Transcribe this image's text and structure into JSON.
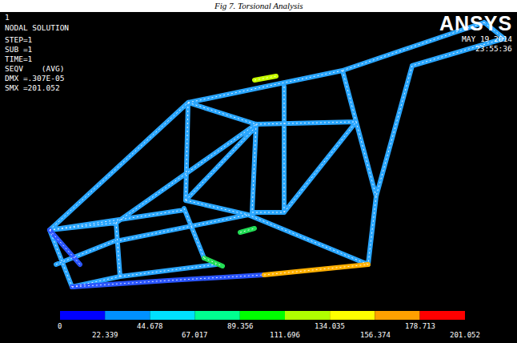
{
  "diagram": {
    "caption": "Fig 7. Torsional Analysis",
    "labels": [
      "1",
      "NODAL SOLUTION",
      "STEP=1",
      "SUB =1",
      "TIME=1",
      "SEQV    (AVG)",
      "DMX =.307E-05",
      "SMX =201.052",
      "ANSYS",
      "MAY 19 2014",
      "23:55:36",
      "0",
      "22.339",
      "44.678",
      "67.017",
      "89.356",
      "111.696",
      "134.035",
      "156.374",
      "178.713",
      "201.052"
    ]
  }
}
